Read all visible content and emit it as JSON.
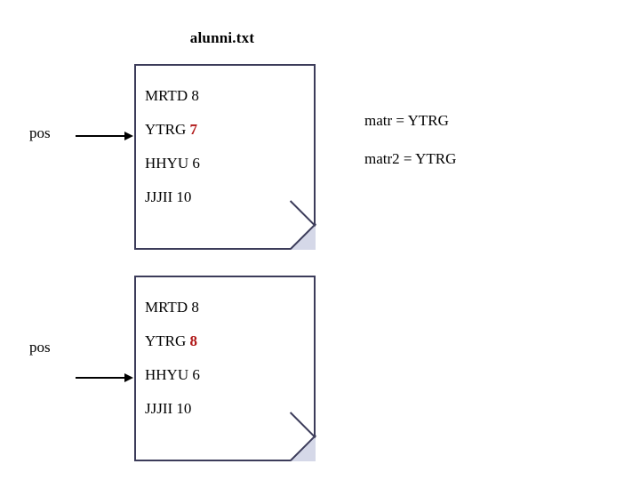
{
  "page": {
    "title": "alunni.txt",
    "background_color": "#ffffff",
    "text_color": "#000000",
    "border_color": "#3c3c5a",
    "fold_fill_color": "#d5d8e8",
    "highlight_color": "#b01818"
  },
  "files": [
    {
      "id": "file-card-1",
      "lines": [
        {
          "name": "MRTD",
          "value": "8",
          "highlighted": false
        },
        {
          "name": "YTRG",
          "value": "7",
          "highlighted": true
        },
        {
          "name": "HHYU",
          "value": "6",
          "highlighted": false
        },
        {
          "name": "JJJII",
          "value": "10",
          "highlighted": false
        }
      ]
    },
    {
      "id": "file-card-2",
      "lines": [
        {
          "name": "MRTD",
          "value": "8",
          "highlighted": false
        },
        {
          "name": "YTRG",
          "value": "8",
          "highlighted": true
        },
        {
          "name": "HHYU",
          "value": "6",
          "highlighted": false
        },
        {
          "name": "JJJII",
          "value": "10",
          "highlighted": false
        }
      ]
    }
  ],
  "pointers": [
    {
      "id": "pointer-1",
      "label": "pos"
    },
    {
      "id": "pointer-2",
      "label": "pos"
    }
  ],
  "variables": [
    {
      "id": "var-matr",
      "text": "matr = YTRG"
    },
    {
      "id": "var-matr2",
      "text": "matr2 = YTRG"
    }
  ]
}
